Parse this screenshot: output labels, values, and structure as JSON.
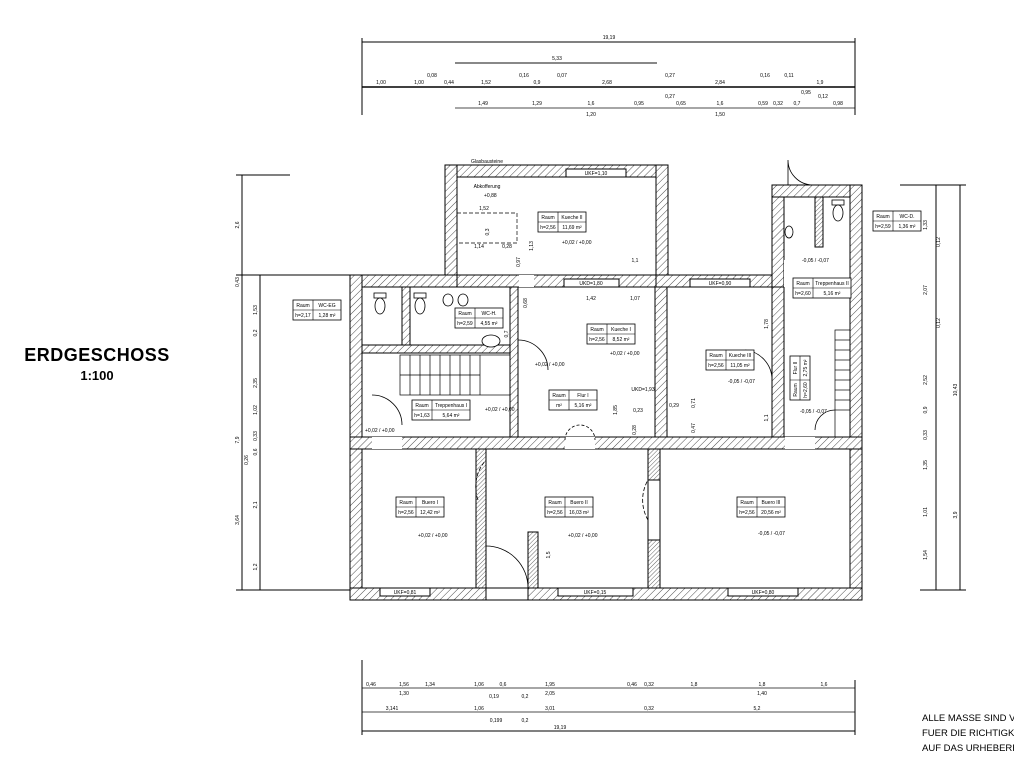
{
  "title": "ERDGESCHOSS",
  "scale": "1:100",
  "note_lines": [
    "ALLE MASSE SIND VE",
    "FUER DIE RICHTIGKEIT",
    "AUF DAS URHEBERRE"
  ],
  "rooms": [
    {
      "name": "WC-EG",
      "raum": "Raum",
      "h": "h=2,17",
      "area": "1,28 m²",
      "lvl": ""
    },
    {
      "name": "WC-H.",
      "raum": "Raum",
      "h": "h=2,59",
      "area": "4,55 m²",
      "lvl": ""
    },
    {
      "name": "Kueche II",
      "raum": "Raum",
      "h": "h=2,56",
      "area": "11,69 m²",
      "lvl": "+0,02 / +0,00"
    },
    {
      "name": "WC-D.",
      "raum": "Raum",
      "h": "h=2,59",
      "area": "1,36 m²",
      "lvl": "-0,05 / -0,07"
    },
    {
      "name": "Treppenhaus II",
      "raum": "Raum",
      "h": "h=2,60",
      "area": "5,16 m²",
      "lvl": ""
    },
    {
      "name": "Kueche I",
      "raum": "Raum",
      "h": "h=2,56",
      "area": "8,52 m²",
      "lvl": "+0,02 / +0,00"
    },
    {
      "name": "Kueche III",
      "raum": "Raum",
      "h": "h=2,56",
      "area": "11,05 m²",
      "lvl": "-0,05 / -0,07"
    },
    {
      "name": "Flur II",
      "raum": "Raum",
      "h": "h=2,60",
      "area": "2,75 m²",
      "lvl": "-0,05 / -0,07"
    },
    {
      "name": "Treppenhaus I",
      "raum": "Raum",
      "h": "h=1,63",
      "area": "5,64 m²",
      "lvl": "+0,02 / +0,00"
    },
    {
      "name": "Flur I",
      "raum": "Raum",
      "h": "m²",
      "area": "5,16 m²",
      "lvl": "+0,02 / +0,00"
    },
    {
      "name": "Buero I",
      "raum": "Raum",
      "h": "h=2,56",
      "area": "12,42 m²",
      "lvl": "+0,02 / +0,00"
    },
    {
      "name": "Buero II",
      "raum": "Raum",
      "h": "h=2,56",
      "area": "16,03 m²",
      "lvl": "+0,02 / +0,00"
    },
    {
      "name": "Buero III",
      "raum": "Raum",
      "h": "h=2,56",
      "area": "20,56 m²",
      "lvl": "-0,05 / -0,07"
    }
  ],
  "extra_labels": {
    "abkofferung": "Abkofferung",
    "abk_lvl": "+0,88",
    "glas": "Glasbausteine",
    "stair_lvl": "+0,02 / +0,00"
  },
  "windows": [
    "UKF=1,10",
    "UKD=1,80",
    "UKF=0,90",
    "UKD=1,93",
    "UKF=0,81",
    "UKF=0,15",
    "UKF=0,80"
  ],
  "dims_top": {
    "overall": "19,19",
    "span": "5,33",
    "row1": [
      "1,00",
      "1,00",
      "0,08",
      "0,44",
      "1,52",
      "0,16",
      "0,9",
      "0,07",
      "2,68",
      "0,27",
      "2,84",
      "0,16",
      "0,11",
      "1,9"
    ],
    "row2": [
      "1,49",
      "1,29",
      "1,6",
      "0,95",
      "0,27",
      "0,65",
      "1,6",
      "0,59",
      "0,32",
      "0,7",
      "0,95",
      "0,12",
      "0,98"
    ],
    "row2_sub": [
      "1,20",
      "1,50"
    ]
  },
  "dims_bottom": {
    "row1": [
      "0,46",
      "1,56",
      "1,34",
      "1,06",
      "0,6",
      "1,95",
      "0,46",
      "0,32",
      "1,8",
      "1,8",
      "1,6"
    ],
    "row1_sub": [
      "1,30",
      "0,19",
      "0,2",
      "2,05",
      "1,40"
    ],
    "row2": [
      "3,141",
      "1,06",
      "3,01",
      "0,32",
      "5,2"
    ],
    "row2_sub": [
      "0,199",
      "0,2"
    ],
    "overall": "19,19"
  },
  "dims_left": {
    "outer": [
      "2,6",
      "0,43",
      "7,9"
    ],
    "inner": [
      "1,53",
      "0,2",
      "2,35",
      "1,02",
      "0,33",
      "0,26",
      "0,6",
      "2,1",
      "3,64",
      "1,2"
    ]
  },
  "dims_right": {
    "inner": [
      "1,33",
      "0,12",
      "2,07",
      "0,12",
      "2,52",
      "0,9",
      "0,33",
      "1,35",
      "1,01",
      "1,54",
      "3,9"
    ],
    "outer": [
      "10,43"
    ]
  },
  "inner_dims": [
    "1,52",
    "1,14",
    "0,28",
    "0,3",
    "0,97",
    "1,13",
    "1,1",
    "1,42",
    "1,07",
    "0,68",
    "0,7",
    "1,78",
    "1,85",
    "0,23",
    "0,28",
    "0,29",
    "0,71",
    "0,47",
    "1,1",
    "1,5"
  ]
}
